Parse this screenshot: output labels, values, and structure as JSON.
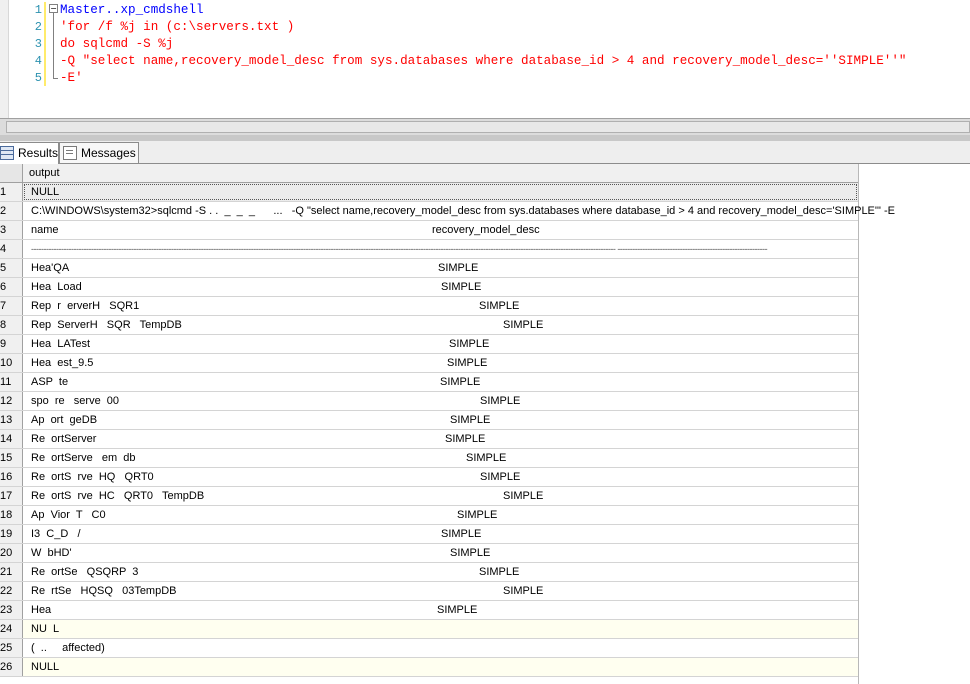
{
  "editor": {
    "lines": [
      {
        "n": "1",
        "text": "Master..xp_cmdshell"
      },
      {
        "n": "2",
        "text": "'for /f %j in (c:\\servers.txt )"
      },
      {
        "n": "3",
        "text": "do sqlcmd -S %j"
      },
      {
        "n": "4",
        "text": "-Q \"select name,recovery_model_desc from sys.databases where database_id > 4 and recovery_model_desc=''SIMPLE''\""
      },
      {
        "n": "5",
        "text": "-E'"
      }
    ],
    "fold_glyph": "−"
  },
  "tabs": {
    "results_label": "Results",
    "messages_label": "Messages",
    "results_icon": "grid-icon",
    "messages_icon": "messages-icon"
  },
  "grid": {
    "column_header": "output",
    "rows": [
      {
        "n": "1",
        "c1": "NULL",
        "c2": ""
      },
      {
        "n": "2",
        "c1": "C:\\WINDOWS\\system32>sqlcmd -S . .  _  _  _      ...   -Q \"select name,recovery_model_desc from sys.databases where database_id > 4 and recovery_model_desc='SIMPLE'\" -E",
        "c2": ""
      },
      {
        "n": "3",
        "c1": "name",
        "c2": "recovery_model_desc"
      },
      {
        "n": "4",
        "c1": "------------------------------------------------------------------------------------------------------------------------------------------------------------------------------------------------------------------------------------------ ------------------------------------------------------------",
        "c2": ""
      },
      {
        "n": "5",
        "c1": "Hea'QA",
        "c2": "SIMPLE"
      },
      {
        "n": "6",
        "c1": "Hea  Load",
        "c2": "SIMPLE"
      },
      {
        "n": "7",
        "c1": "Rep  r  erverH   SQR1",
        "c2": "SIMPLE"
      },
      {
        "n": "8",
        "c1": "Rep  ServerH   SQR   TempDB",
        "c2": "SIMPLE"
      },
      {
        "n": "9",
        "c1": "Hea  LATest",
        "c2": "SIMPLE"
      },
      {
        "n": "10",
        "c1": "Hea  est_9.5",
        "c2": "SIMPLE"
      },
      {
        "n": "11",
        "c1": "ASP  te",
        "c2": "SIMPLE"
      },
      {
        "n": "12",
        "c1": "spo  re   serve  00",
        "c2": "SIMPLE"
      },
      {
        "n": "13",
        "c1": "Ap  ort  geDB",
        "c2": "SIMPLE"
      },
      {
        "n": "14",
        "c1": "Re  ortServer",
        "c2": "SIMPLE"
      },
      {
        "n": "15",
        "c1": "Re  ortServe   em  db",
        "c2": "SIMPLE"
      },
      {
        "n": "16",
        "c1": "Re  ortS  rve  HQ   QRT0",
        "c2": "SIMPLE"
      },
      {
        "n": "17",
        "c1": "Re  ortS  rve  HC   QRT0   TempDB",
        "c2": "SIMPLE"
      },
      {
        "n": "18",
        "c1": "Ap  Vior  T   C0",
        "c2": "SIMPLE"
      },
      {
        "n": "19",
        "c1": "I3  C_D   /",
        "c2": "SIMPLE"
      },
      {
        "n": "20",
        "c1": "W  bHD'",
        "c2": "SIMPLE"
      },
      {
        "n": "21",
        "c1": "Re  ortSe   QSQRP  3",
        "c2": "SIMPLE"
      },
      {
        "n": "22",
        "c1": "Re  rtSe   HQSQ   03TempDB",
        "c2": "SIMPLE"
      },
      {
        "n": "23",
        "c1": "Hea",
        "c2": "SIMPLE"
      },
      {
        "n": "24",
        "c1": "NU  L",
        "c2": ""
      },
      {
        "n": "25",
        "c1": "(  ..     affected)",
        "c2": ""
      },
      {
        "n": "26",
        "c1": "NULL",
        "c2": ""
      }
    ]
  },
  "colors": {
    "keyword_blue": "#0000ff",
    "string_red": "#ff0000",
    "line_number": "#2b91af",
    "null_row_bg": "#fffff0"
  }
}
